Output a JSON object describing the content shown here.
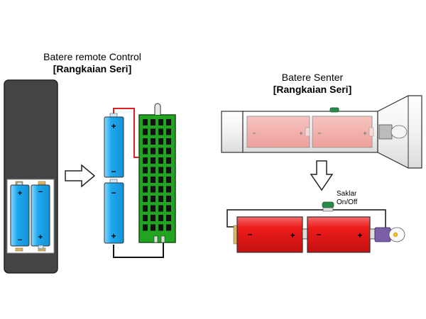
{
  "left_section": {
    "title": "Batere remote Control",
    "subtitle": "[Rangkaian Seri]"
  },
  "right_section": {
    "title": "Batere Senter",
    "subtitle": "[Rangkaian Seri]"
  },
  "switch_label": {
    "line1": "Saklar",
    "line2": "On/Off"
  },
  "colors": {
    "remote_body": "#444444",
    "battery_blue": "#1eaaf0",
    "battery_pink": "#f0a8a4",
    "battery_red": "#ee1c1c",
    "circuit_board": "#21a421",
    "wire_red": "#e02020",
    "bulb_purple": "#7b5ea7"
  },
  "polarity": {
    "plus": "+",
    "minus": "−"
  }
}
